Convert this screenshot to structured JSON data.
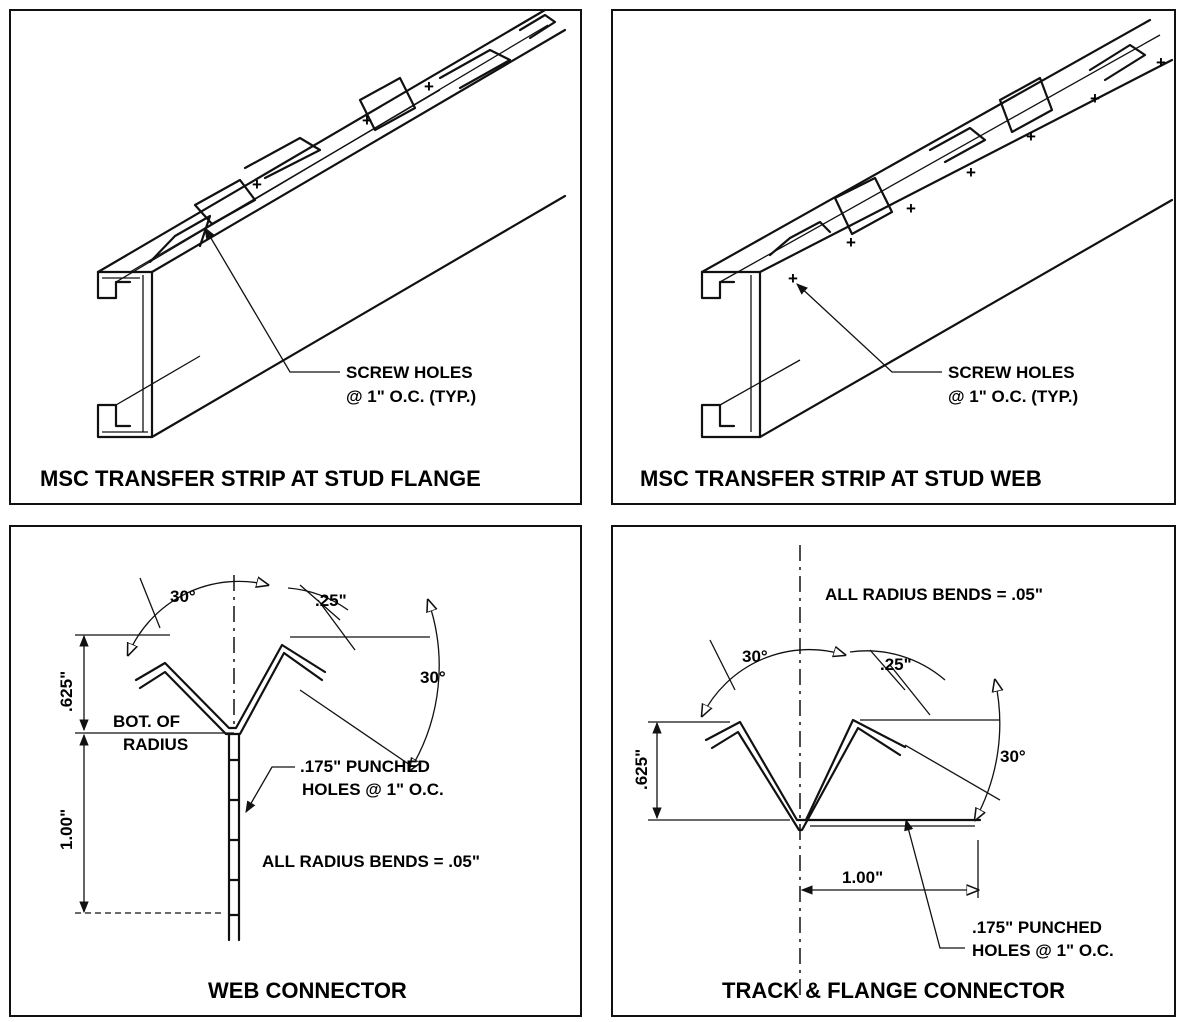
{
  "panels": {
    "top_left": {
      "caption": "MSC TRANSFER STRIP AT STUD FLANGE",
      "note_line1": "SCREW HOLES",
      "note_line2": "@ 1\" O.C. (TYP.)"
    },
    "top_right": {
      "caption": "MSC TRANSFER STRIP AT STUD WEB",
      "note_line1": "SCREW HOLES",
      "note_line2": "@ 1\" O.C. (TYP.)"
    },
    "bottom_left": {
      "caption": "WEB CONNECTOR",
      "angle_left": "30°",
      "angle_right": "30°",
      "width_dim": ".25\"",
      "height_dim": ".625\"",
      "length_dim": "1.00\"",
      "bot_label_line1": "BOT. OF",
      "bot_label_line2": "RADIUS",
      "holes_line1": ".175\" PUNCHED",
      "holes_line2": "HOLES @ 1\" O.C.",
      "bends_note": "ALL RADIUS BENDS = .05\""
    },
    "bottom_right": {
      "caption": "TRACK & FLANGE CONNECTOR",
      "bends_note": "ALL RADIUS BENDS = .05\"",
      "angle_left": "30°",
      "angle_right": "30°",
      "width_dim": ".25\"",
      "height_dim": ".625\"",
      "length_dim": "1.00\"",
      "holes_line1": ".175\" PUNCHED",
      "holes_line2": "HOLES @ 1\" O.C."
    }
  }
}
